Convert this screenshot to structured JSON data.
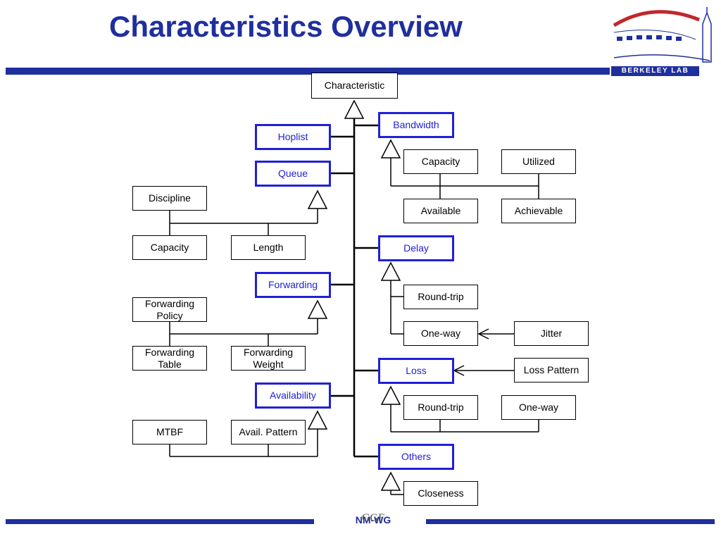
{
  "slide": {
    "title": "Characteristics Overview",
    "footer_main": "NM-WG",
    "footer_overlay": "GGF",
    "logo_text": "BERKELEY LAB"
  },
  "nodes": {
    "characteristic": "Characteristic",
    "bandwidth": "Bandwidth",
    "hoplist": "Hoplist",
    "queue": "Queue",
    "bw_capacity": "Capacity",
    "utilized": "Utilized",
    "discipline": "Discipline",
    "available": "Available",
    "achievable": "Achievable",
    "queue_capacity": "Capacity",
    "length": "Length",
    "delay": "Delay",
    "forwarding": "Forwarding",
    "delay_roundtrip": "Round-trip",
    "forwarding_policy": "Forwarding Policy",
    "oneway": "One-way",
    "jitter": "Jitter",
    "forwarding_table": "Forwarding Table",
    "forwarding_weight": "Forwarding Weight",
    "loss": "Loss",
    "loss_pattern": "Loss Pattern",
    "availability": "Availability",
    "loss_roundtrip": "Round-trip",
    "loss_oneway": "One-way",
    "mtbf": "MTBF",
    "avail_pattern": "Avail. Pattern",
    "others": "Others",
    "closeness": "Closeness"
  },
  "colors": {
    "accent": "#1f2f9e",
    "node_highlight": "#2020d8"
  }
}
